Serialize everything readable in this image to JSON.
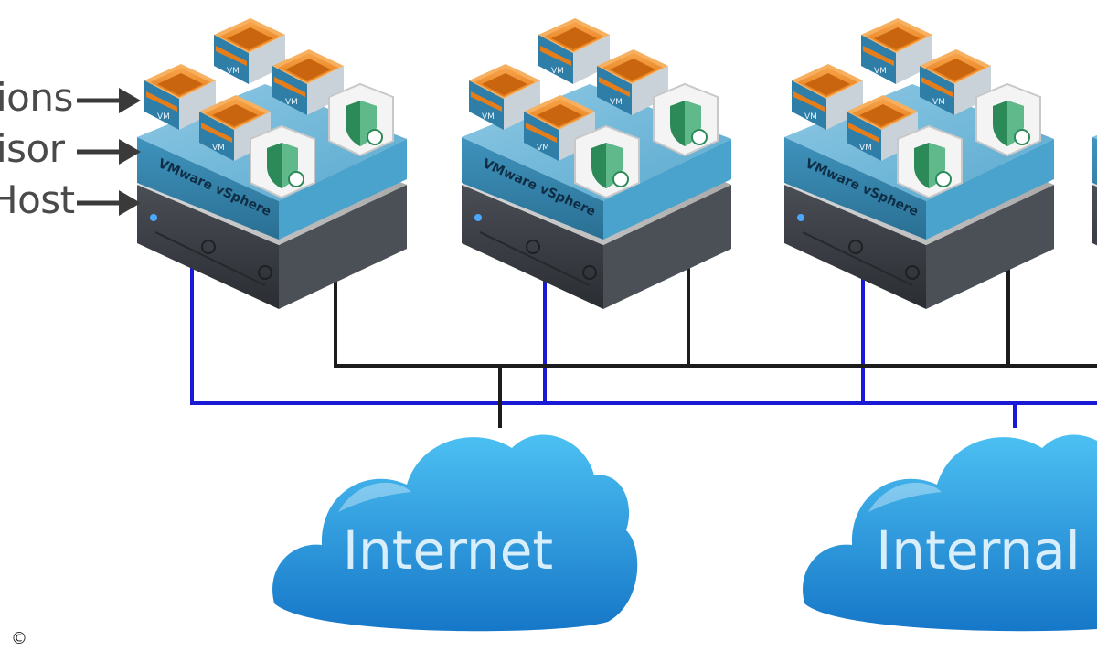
{
  "layer_labels": [
    "ions",
    "isor",
    "Host"
  ],
  "hypervisor_brand": "VMware vSphere",
  "vm_tag": "VM",
  "clouds": [
    {
      "label": "Internet"
    },
    {
      "label": "Internal"
    }
  ],
  "copyright": "©",
  "colors": {
    "vm_orange": "#e8821f",
    "hypervisor_blue": "#3d8fb8",
    "server_gray": "#3b3f45",
    "link_blue": "#1a1ad6",
    "link_black": "#1c1c1c",
    "cloud_blue": "#1e8fd6",
    "shield_green": "#2b8a57"
  },
  "icons": [
    "arrow-right-icon",
    "vm-box-icon",
    "security-shield-icon",
    "server-icon",
    "cloud-icon"
  ]
}
